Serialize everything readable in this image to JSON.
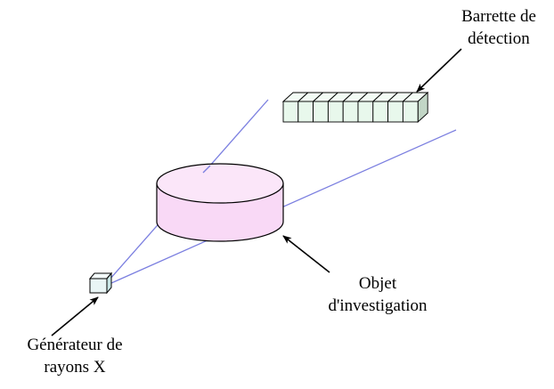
{
  "labels": {
    "detector": {
      "line1": "Barrette de",
      "line2": "détection"
    },
    "object": {
      "line1": "Objet",
      "line2": "d'investigation"
    },
    "generator": {
      "line1": "Générateur de",
      "line2": "rayons X"
    }
  },
  "detector_cells": 9,
  "colors": {
    "beam": "#7b7fe0",
    "detector_fill": "#e8f8ec",
    "object_fill": "#f9d9f6",
    "object_top": "#fbe6f9",
    "source_fill": "#e9f5f5",
    "outline": "#000000"
  }
}
